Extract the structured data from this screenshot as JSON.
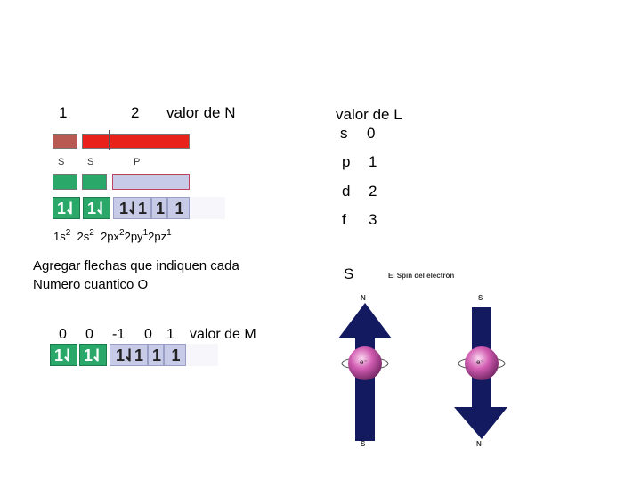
{
  "top_labels": {
    "n1": "1",
    "n2": "2",
    "n_title": "valor de N"
  },
  "l_labels": {
    "s": "S",
    "s2": "S",
    "p": "P"
  },
  "config_cells": [
    "1⇃",
    "1⇃",
    "1⇃1",
    "1",
    "1"
  ],
  "config_parts": [
    {
      "base": "1s",
      "sup": "2"
    },
    {
      "base": "2s",
      "sup": "2"
    },
    {
      "base": "2px",
      "sup": "2"
    },
    {
      "base": "2py",
      "sup": "1"
    },
    {
      "base": "2pz",
      "sup": "1"
    }
  ],
  "instruction_line1": "Agregar flechas que indiquen cada",
  "instruction_line2": "Numero cuantico O",
  "m_values": [
    "0",
    "0",
    "-1",
    "0",
    "1"
  ],
  "m_title": "valor de  M",
  "l_table": {
    "title": "valor de L",
    "rows": [
      {
        "k": "s",
        "v": "0"
      },
      {
        "k": "p",
        "v": "1"
      },
      {
        "k": "d",
        "v": "2"
      },
      {
        "k": "f",
        "v": "3"
      }
    ]
  },
  "spin": {
    "label": "S",
    "caption": "El Spin del electrón",
    "left_top": "N",
    "left_bottom": "S",
    "right_top": "S",
    "right_bottom": "N",
    "electron": "e⁻"
  },
  "colors": {
    "red": "#e8211b",
    "brown": "#b85a52",
    "green": "#2aa86a",
    "lavender": "#c8cbe8",
    "navy": "#141a60",
    "pink": "#d05bb0"
  }
}
